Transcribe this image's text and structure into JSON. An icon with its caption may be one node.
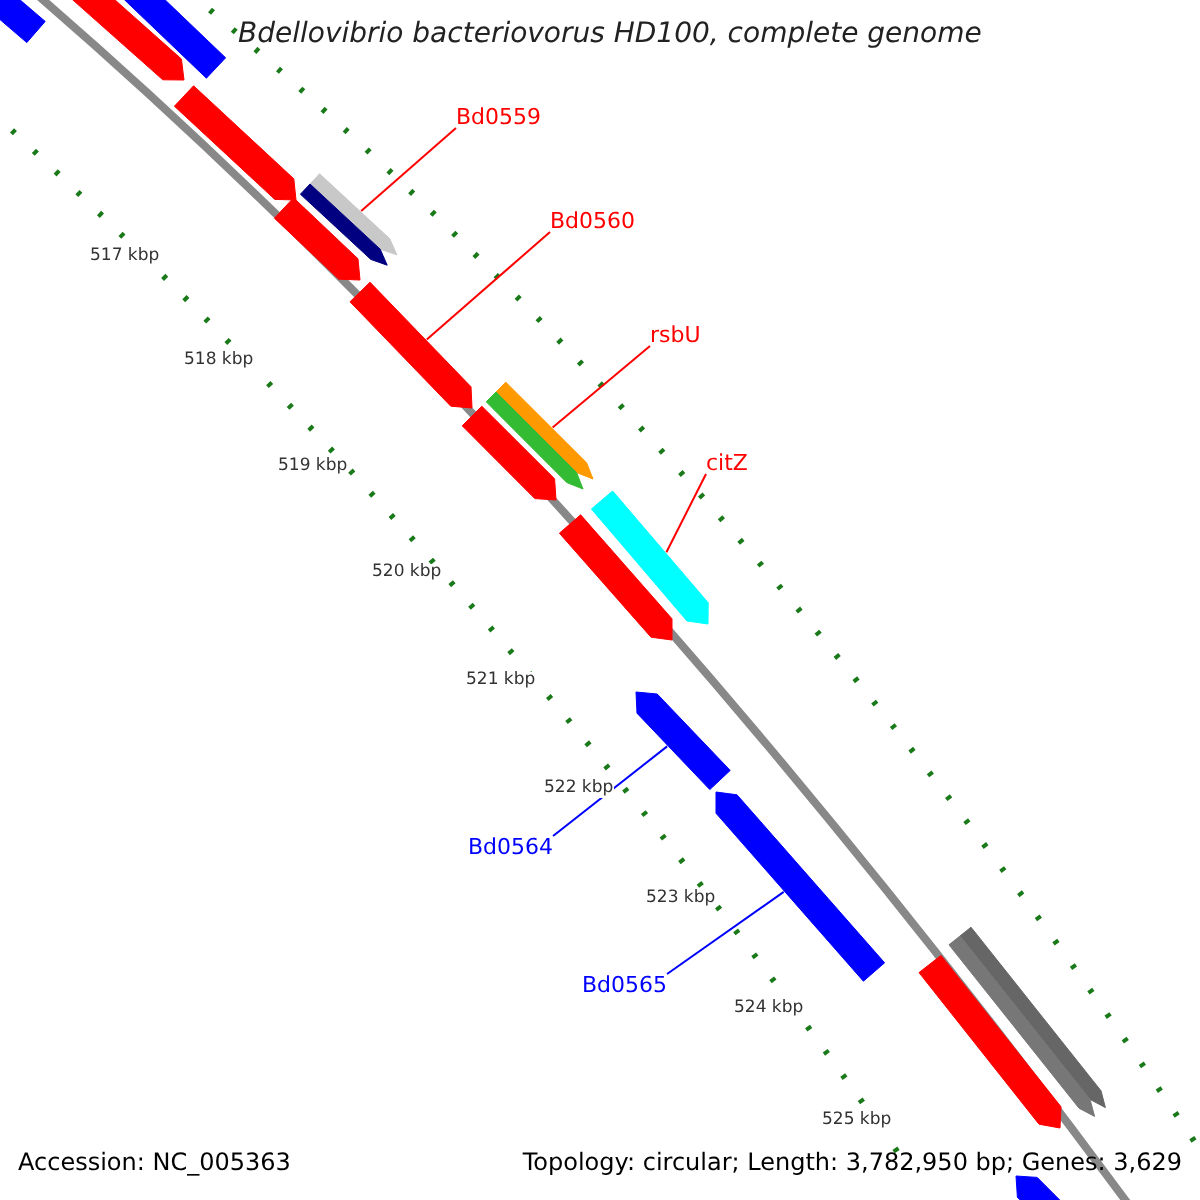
{
  "diagram": {
    "title": "Bdellovibrio bacteriovorus HD100, complete genome",
    "nodes": [
      {
        "text": [],
        "shape": "bar"
      },
      {
        "text": [],
        "shape": "bar"
      },
      {
        "text": [],
        "shape": "bar"
      },
      {
        "text": [],
        "shape": "bar"
      },
      {
        "text": [
          "Bd0559"
        ]
      },
      {
        "text": [],
        "shape": "bar"
      },
      {
        "text": [],
        "shape": "bar"
      },
      {
        "text": [
          "Bd0560"
        ]
      },
      {
        "text": [],
        "shape": "bar"
      },
      {
        "text": [
          "rsbU"
        ]
      },
      {
        "text": [],
        "shape": "bar"
      },
      {
        "text": [],
        "shape": "bar"
      },
      {
        "text": [
          "citZ"
        ]
      },
      {
        "text": [],
        "shape": "bar"
      },
      {
        "text": [],
        "shape": "bar"
      },
      {
        "text": [],
        "shape": "bar"
      },
      {
        "text": [],
        "shape": "bar"
      },
      {
        "text": [
          "Bd0564"
        ]
      },
      {
        "text": [
          "Bd0565"
        ]
      },
      {
        "text": [],
        "shape": "bar"
      },
      {
        "text": [],
        "shape": "bar"
      },
      {
        "text": [],
        "shape": "bar"
      }
    ],
    "edges": [
      {
        "from": 4,
        "to": 5,
        "arrow": "none"
      },
      {
        "from": 7,
        "to": 8,
        "arrow": "none"
      },
      {
        "from": 9,
        "to": 10,
        "arrow": "none"
      },
      {
        "from": 12,
        "to": 13,
        "arrow": "none"
      },
      {
        "from": 17,
        "to": 15,
        "arrow": "none",
        "color": "#0000ff"
      },
      {
        "from": 18,
        "to": 16,
        "arrow": "none",
        "color": "#0000ff"
      }
    ],
    "labels": [
      "517 kbp",
      "518 kbp",
      "519 kbp",
      "520 kbp",
      "521 kbp",
      "522 kbp",
      "523 kbp",
      "524 kbp",
      "525 kbp",
      "Accession: NC_005363",
      "Topology: circular; Length: 3,782,950 bp; Genes: 3,629"
    ]
  }
}
